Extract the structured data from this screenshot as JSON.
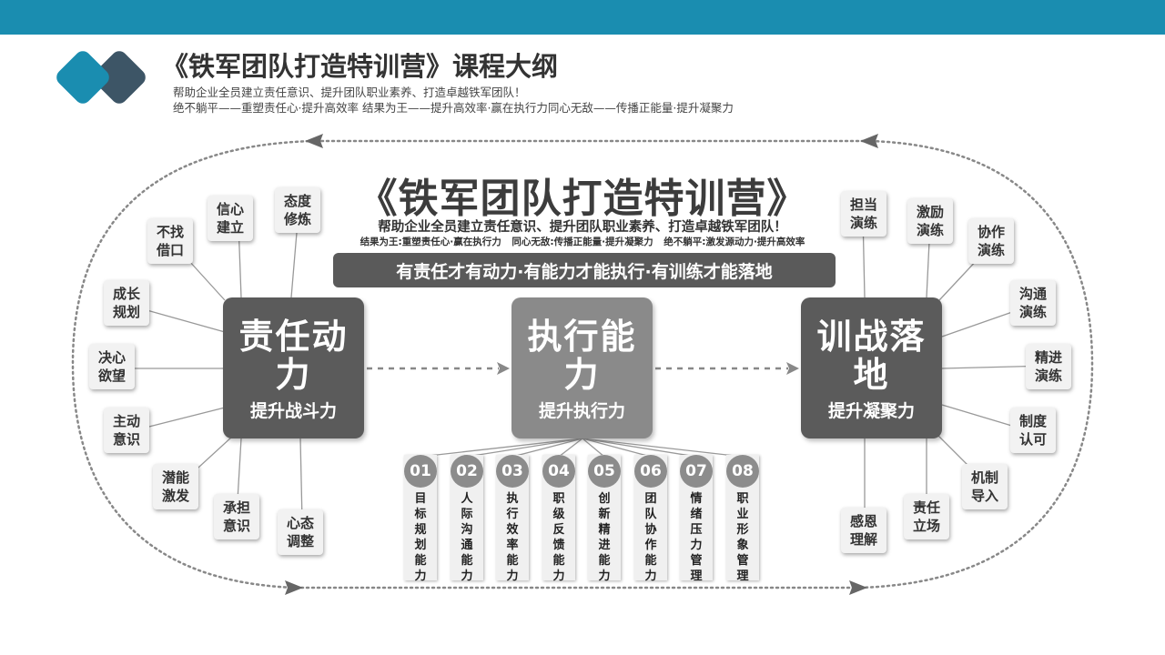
{
  "header": {
    "title": "《铁军团队打造特训营》课程大纲",
    "subtitle_1": "帮助企业全员建立责任意识、提升团队职业素养、打造卓越铁军团队！",
    "subtitle_2": "绝不躺平——重塑责任心·提升高效率    结果为王——提升高效率·赢在执行力同心无敌——传播正能量·提升凝聚力"
  },
  "center": {
    "big_title": "《铁军团队打造特训营》",
    "slogan_1": "帮助企业全员建立责任意识、提升团队职业素养、打造卓越铁军团队！",
    "slogan_2": "结果为王:重塑责任心·赢在执行力 同心无敌:传播正能量·提升凝聚力 绝不躺平:激发源动力·提升高效率",
    "banner": "有责任才有动力·有能力才能执行·有训练才能落地"
  },
  "pillars": [
    {
      "title": "责任动力",
      "caption": "提升战斗力"
    },
    {
      "title": "执行能力",
      "caption": "提升执行力"
    },
    {
      "title": "训战落地",
      "caption": "提升凝聚力"
    }
  ],
  "left_items": [
    "不找借口",
    "信心建立",
    "态度修炼",
    "成长规划",
    "决心欲望",
    "主动意识",
    "潜能激发",
    "承担意识",
    "心态调整"
  ],
  "right_items": [
    "担当演练",
    "激励演练",
    "协作演练",
    "沟通演练",
    "精进演练",
    "制度认可",
    "机制导入",
    "责任立场",
    "感恩理解"
  ],
  "abilities": [
    {
      "num": "01",
      "label": "目标规划能力"
    },
    {
      "num": "02",
      "label": "人际沟通能力"
    },
    {
      "num": "03",
      "label": "执行效率能力"
    },
    {
      "num": "04",
      "label": "职级反馈能力"
    },
    {
      "num": "05",
      "label": "创新精进能力"
    },
    {
      "num": "06",
      "label": "团队协作能力"
    },
    {
      "num": "07",
      "label": "情绪压力管理"
    },
    {
      "num": "08",
      "label": "职业形象管理"
    }
  ],
  "colors": {
    "accent": "#1a8db0",
    "dark": "#5b5b5b",
    "mid": "#8a8a8a"
  }
}
